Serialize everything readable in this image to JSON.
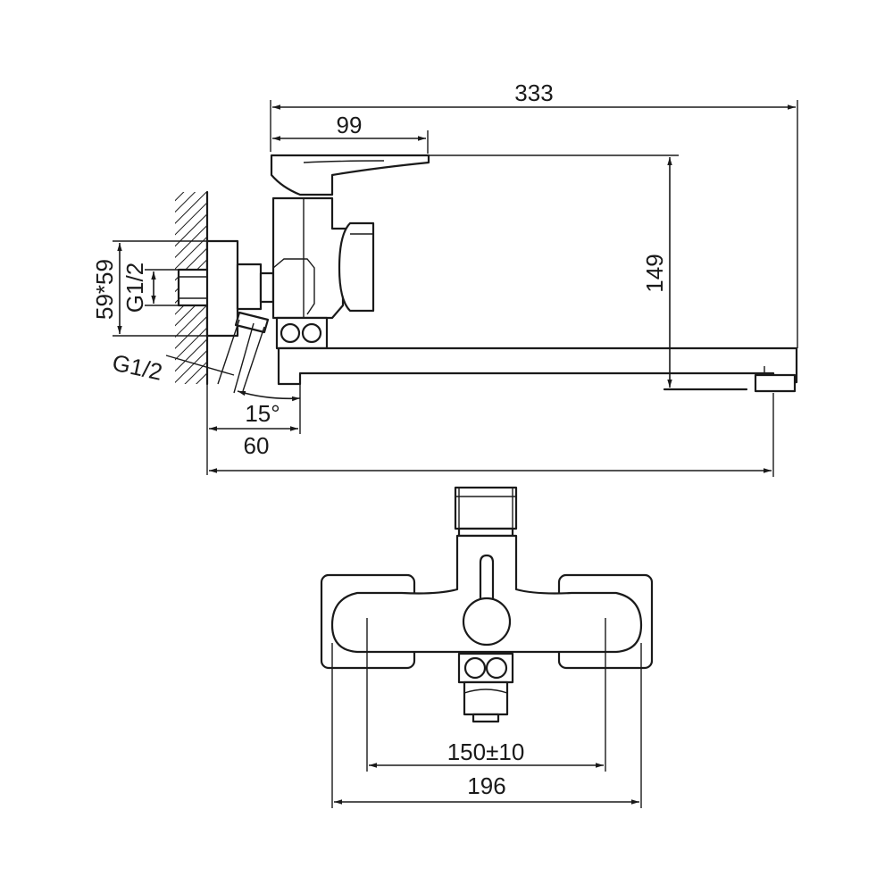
{
  "side_view": {
    "labels": {
      "overall_length": "333",
      "handle_reach": "99",
      "height": "149",
      "plate_size": "59*59",
      "thread_top": "G1/2",
      "thread_side": "G1/2",
      "angle": "15°",
      "offset": "60"
    }
  },
  "front_view": {
    "labels": {
      "center_distance": "150±10",
      "overall_width": "196"
    }
  }
}
